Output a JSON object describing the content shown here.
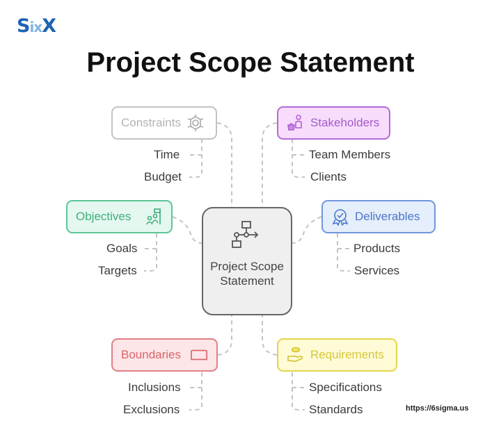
{
  "logo": {
    "left": "S",
    "middle": "ix",
    "right": "X"
  },
  "title": "Project Scope Statement",
  "center": {
    "label": "Project Scope Statement",
    "icon": "workflow-icon"
  },
  "nodes": [
    {
      "id": "constraints",
      "label": "Constraints",
      "icon": "gear-icon",
      "color": "#b8b8b8",
      "bg": "#ffffff",
      "text_color": "#b3b3b3",
      "children": [
        "Time",
        "Budget"
      ]
    },
    {
      "id": "stakeholders",
      "label": "Stakeholders",
      "icon": "stakeholder-icon",
      "color": "#b36ad8",
      "bg": "#f7dcfc",
      "text_color": "#a35bc9",
      "children": [
        "Team Members",
        "Clients"
      ]
    },
    {
      "id": "objectives",
      "label": "Objectives",
      "icon": "team-goal-icon",
      "color": "#5cc596",
      "bg": "#e4f8ef",
      "text_color": "#3fae7d",
      "children": [
        "Goals",
        "Targets"
      ]
    },
    {
      "id": "deliverables",
      "label": "Deliverables",
      "icon": "award-badge-icon",
      "color": "#6f97dc",
      "bg": "#e5eefb",
      "text_color": "#4a77c8",
      "children": [
        "Products",
        "Services"
      ]
    },
    {
      "id": "boundaries",
      "label": "Boundaries",
      "icon": "boundary-rect-icon",
      "color": "#e07f86",
      "bg": "#fde6e7",
      "text_color": "#d8656d",
      "children": [
        "Inclusions",
        "Exclusions"
      ]
    },
    {
      "id": "requirements",
      "label": "Requirements",
      "icon": "hand-requirements-icon",
      "color": "#e4d548",
      "bg": "#fefbd6",
      "text_color": "#d6c63a",
      "children": [
        "Specifications",
        "Standards"
      ]
    }
  ],
  "footer": {
    "url": "https://6sigma.us"
  }
}
